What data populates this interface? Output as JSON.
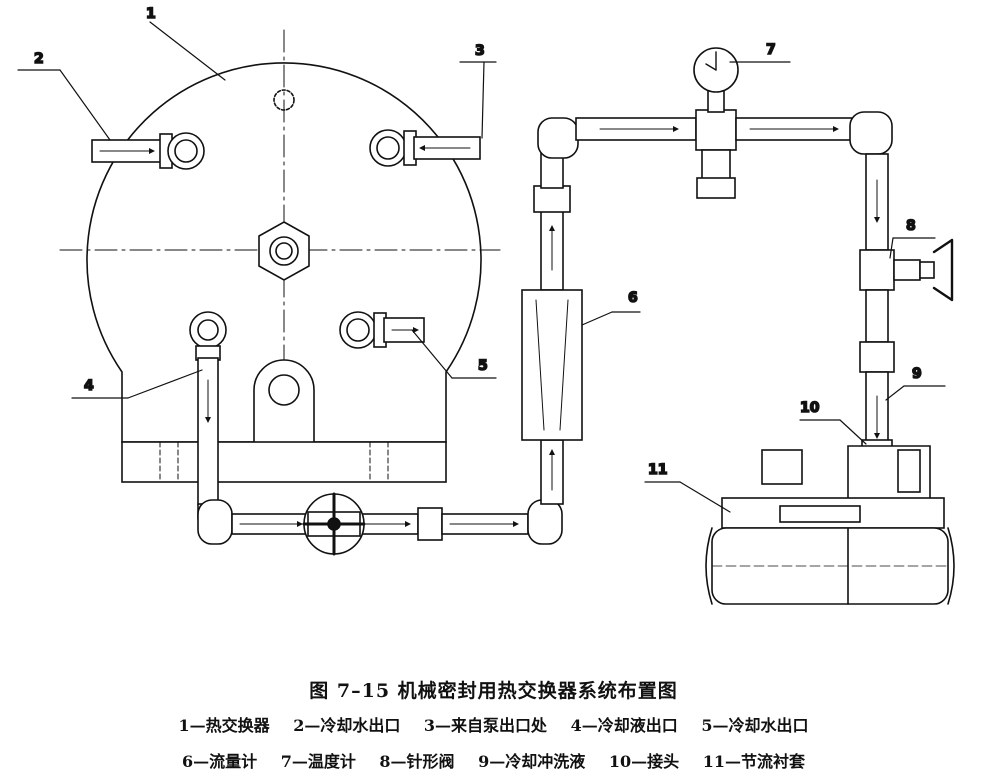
{
  "figure": {
    "caption": "图 7–15   机械密封用热交换器系统布置图",
    "callouts": [
      "1",
      "2",
      "3",
      "4",
      "5",
      "6",
      "7",
      "8",
      "9",
      "10",
      "11"
    ],
    "legend_line1": [
      "1—热交换器",
      "2—冷却水出口",
      "3—来自泵出口处",
      "4—冷却液出口",
      "5—冷却水出口"
    ],
    "legend_line2": [
      "6—流量计",
      "7—温度计",
      "8—针形阀",
      "9—冷却冲洗液",
      "10—接头",
      "11—节流衬套"
    ]
  }
}
